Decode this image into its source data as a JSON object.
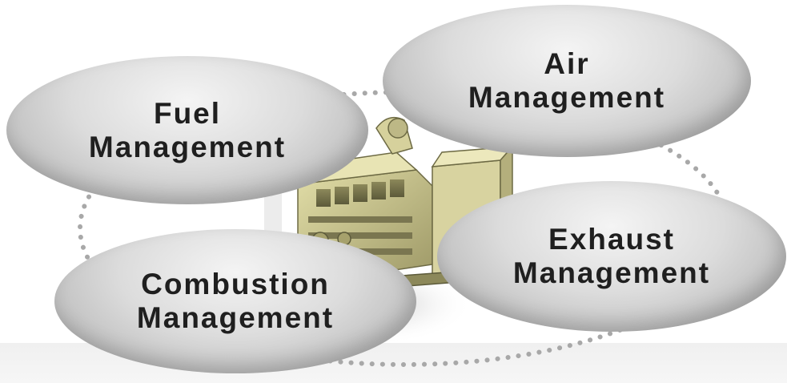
{
  "bubbles": {
    "fuel": {
      "line1": "Fuel",
      "line2": "Management"
    },
    "air": {
      "line1": "Air",
      "line2": "Management"
    },
    "exhaust": {
      "line1": "Exhaust",
      "line2": "Management"
    },
    "combustion": {
      "line1": "Combustion",
      "line2": "Management"
    }
  },
  "colors": {
    "bubble_light": "#f4f4f4",
    "bubble_dark": "#a9a9a9",
    "dots": "#a8a8a8",
    "engine": "#c9c48d",
    "text": "#1f1f1f"
  }
}
